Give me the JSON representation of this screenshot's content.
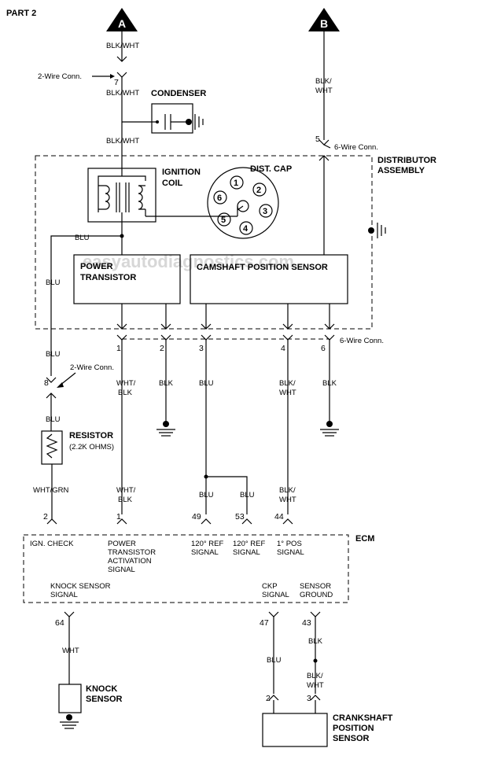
{
  "part_title": "PART 2",
  "watermark": "easyautodiagnostics.com",
  "connectors": {
    "a": "A",
    "b": "B"
  },
  "labels": {
    "blk_wht": "BLK/WHT",
    "blk_wht_split": [
      "BLK/",
      "WHT"
    ],
    "wht_blk_split": [
      "WHT/",
      "BLK"
    ],
    "blk": "BLK",
    "blu": "BLU",
    "wht": "WHT",
    "wht_grn": "WHT/GRN",
    "two_wire_conn": "2-Wire Conn.",
    "six_wire_conn": "6-Wire Conn."
  },
  "components": {
    "condenser": "CONDENSER",
    "ignition_coil": [
      "IGNITION",
      "COIL"
    ],
    "dist_cap": "DIST. CAP",
    "distributor_assembly": [
      "DISTRIBUTOR",
      "ASSEMBLY"
    ],
    "power_transistor": [
      "POWER",
      "TRANSISTOR"
    ],
    "camshaft_position_sensor": "CAMSHAFT POSITION SENSOR",
    "resistor": "RESISTOR",
    "resistor_value": "(2.2K OHMS)",
    "ecm": "ECM",
    "knock_sensor": [
      "KNOCK",
      "SENSOR"
    ],
    "crankshaft_position_sensor": [
      "CRANKSHAFT",
      "POSITION",
      "SENSOR"
    ]
  },
  "cap_terminals": [
    "1",
    "2",
    "3",
    "4",
    "5",
    "6"
  ],
  "pins": {
    "conn7": "7",
    "conn5": "5",
    "six_wire": [
      "1",
      "2",
      "3",
      "4",
      "6"
    ],
    "conn8": "8",
    "ecm_top": [
      "2",
      "1",
      "49",
      "53",
      "44"
    ],
    "ecm_bottom": [
      "64",
      "47",
      "43"
    ],
    "ckp": [
      "2",
      "3"
    ]
  },
  "ecm_signals": {
    "ign_check": "IGN. CHECK",
    "power_transistor_activation": [
      "POWER",
      "TRANSISTOR",
      "ACTIVATION",
      "SIGNAL"
    ],
    "ref_120_a": [
      "120° REF",
      "SIGNAL"
    ],
    "ref_120_b": [
      "120° REF",
      "SIGNAL"
    ],
    "pos_1": [
      "1° POS",
      "SIGNAL"
    ],
    "knock_sensor_signal": [
      "KNOCK SENSOR",
      "SIGNAL"
    ],
    "ckp_signal": [
      "CKP",
      "SIGNAL"
    ],
    "sensor_ground": [
      "SENSOR",
      "GROUND"
    ]
  }
}
